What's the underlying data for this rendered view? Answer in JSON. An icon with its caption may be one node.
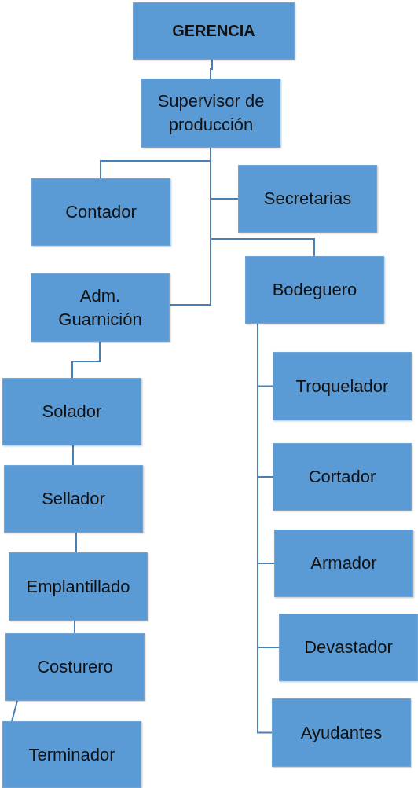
{
  "diagram": {
    "nodes": [
      {
        "text": [
          "GERENCIA"
        ]
      },
      {
        "text": [
          "Supervisor de producción"
        ]
      },
      {
        "text": [
          "Contador"
        ]
      },
      {
        "text": [
          "Secretarias"
        ]
      },
      {
        "text": [
          "Adm. Guarnición"
        ]
      },
      {
        "text": [
          "Bodeguero"
        ]
      },
      {
        "text": [
          "Solador"
        ]
      },
      {
        "text": [
          "Sellador"
        ]
      },
      {
        "text": [
          "Emplantillado"
        ]
      },
      {
        "text": [
          "Costurero"
        ]
      },
      {
        "text": [
          "Terminador"
        ]
      },
      {
        "text": [
          "Troquelador"
        ]
      },
      {
        "text": [
          "Cortador"
        ]
      },
      {
        "text": [
          "Armador"
        ]
      },
      {
        "text": [
          "Devastador"
        ]
      },
      {
        "text": [
          "Ayudantes"
        ]
      }
    ],
    "edges": [
      {
        "from": 0,
        "to": 1,
        "arrow": "none"
      },
      {
        "from": 1,
        "to": 2,
        "arrow": "none"
      },
      {
        "from": 1,
        "to": 3,
        "arrow": "none"
      },
      {
        "from": 1,
        "to": 5,
        "arrow": "none"
      },
      {
        "from": 1,
        "to": 4,
        "arrow": "none"
      },
      {
        "from": 4,
        "to": 6,
        "arrow": "none"
      },
      {
        "from": 6,
        "to": 7,
        "arrow": "none"
      },
      {
        "from": 7,
        "to": 8,
        "arrow": "none"
      },
      {
        "from": 8,
        "to": 9,
        "arrow": "none"
      },
      {
        "from": 9,
        "to": 10,
        "arrow": "none"
      },
      {
        "from": 5,
        "to": 11,
        "arrow": "none"
      },
      {
        "from": 5,
        "to": 12,
        "arrow": "none"
      },
      {
        "from": 5,
        "to": 13,
        "arrow": "none"
      },
      {
        "from": 5,
        "to": 14,
        "arrow": "none"
      },
      {
        "from": 5,
        "to": 15,
        "arrow": "none"
      }
    ]
  }
}
